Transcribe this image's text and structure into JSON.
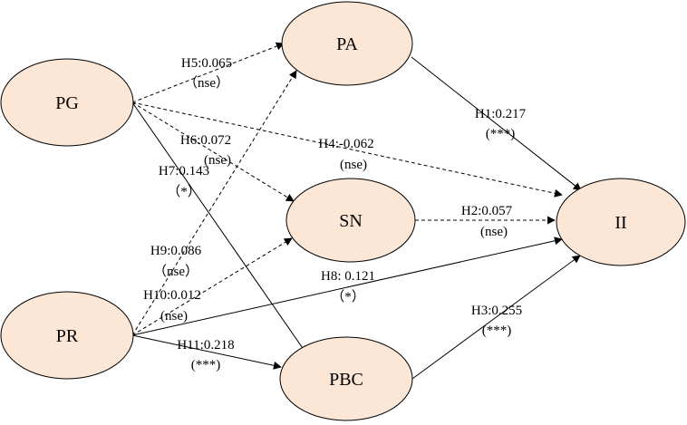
{
  "nodes": {
    "pg": "PG",
    "pr": "PR",
    "pa": "PA",
    "sn": "SN",
    "pbc": "PBC",
    "ii": "II"
  },
  "edges": {
    "h1": {
      "label": "H1:0.217",
      "sig": "(***)",
      "style": "solid"
    },
    "h2": {
      "label": "H2:0.057",
      "sig": "(nse)",
      "style": "dashed"
    },
    "h3": {
      "label": "H3:0.255",
      "sig": "(***)",
      "style": "solid"
    },
    "h4": {
      "label": "H4:-0.062",
      "sig": "(nse)",
      "style": "dashed"
    },
    "h5": {
      "label": "H5:0.065",
      "sig": "（nse）",
      "style": "dashed"
    },
    "h6": {
      "label": "H6:0.072",
      "sig": "(nse)",
      "style": "dashed"
    },
    "h7": {
      "label": "H7:0.143",
      "sig": "（*）",
      "style": "solid"
    },
    "h8": {
      "label": "H8: 0.121",
      "sig": "（*）",
      "style": "solid"
    },
    "h9": {
      "label": "H9:0.086",
      "sig": "（nse）",
      "style": "dashed"
    },
    "h10": {
      "label": "H10:0.012",
      "sig": "(nse)",
      "style": "dashed"
    },
    "h11": {
      "label": "H11:0.218",
      "sig": "(***)",
      "style": "solid"
    }
  },
  "colors": {
    "node_fill": "#fce6d6",
    "stroke": "#000000"
  }
}
